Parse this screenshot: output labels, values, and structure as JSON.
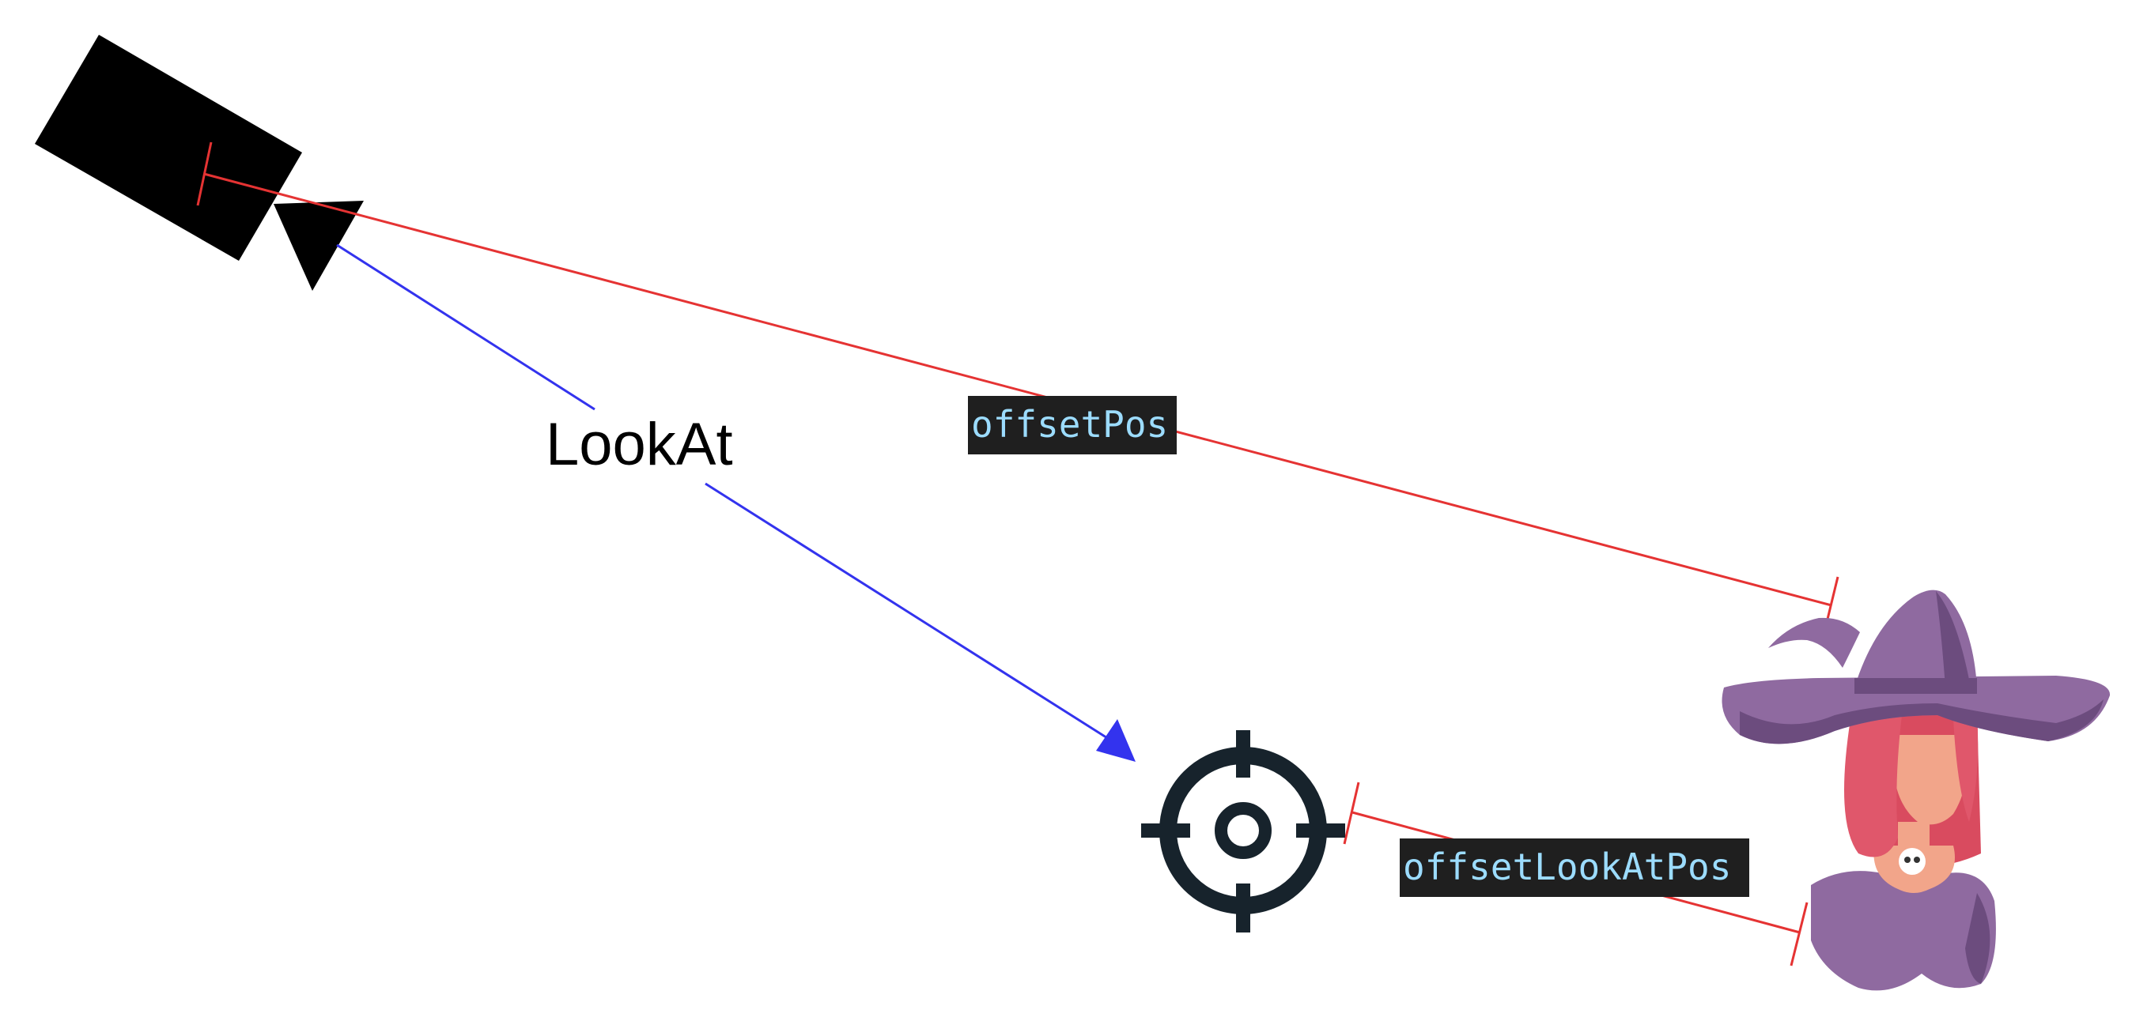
{
  "labels": {
    "look_at": "LookAt",
    "offset_pos": "offsetPos",
    "offset_look_at_pos": "offsetLookAtPos"
  },
  "colors": {
    "background": "#ffffff",
    "camera": "#000000",
    "look_at_arrow": "#3333ee",
    "offset_line": "#e53333",
    "code_label_bg": "#1f1f1f",
    "code_label_text": "#9cdcfe",
    "target_icon": "#17232c",
    "witch_hat": "#8f6aa0",
    "witch_hat_shadow": "#6c4c7e",
    "witch_hair": "#e0576b",
    "witch_skin": "#f2a58a",
    "witch_dress": "#8f6aa0"
  },
  "icons": {
    "camera": "camera-icon",
    "target": "crosshair-target-icon",
    "character": "witch-character-icon"
  }
}
